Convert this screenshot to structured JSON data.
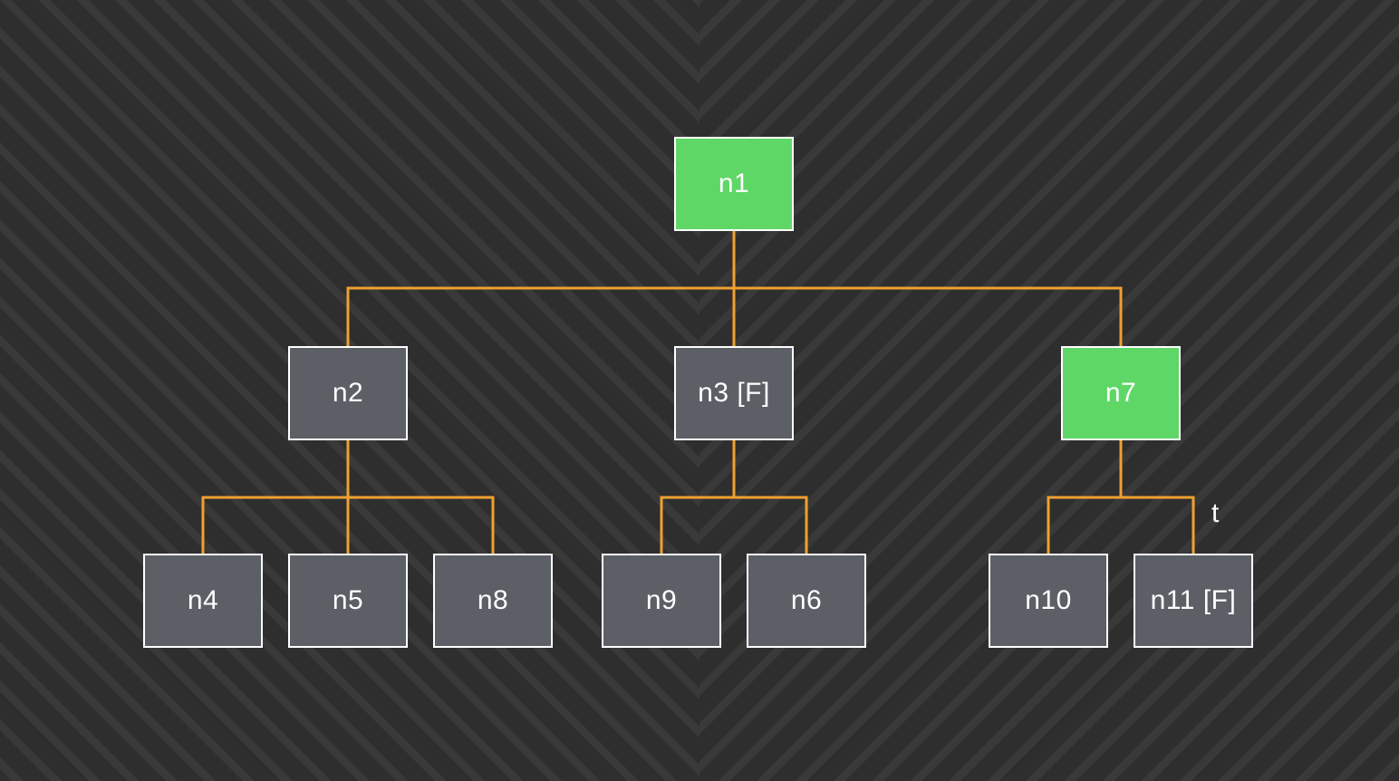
{
  "colors": {
    "background": "#2e2e2e",
    "node_fill": "#5c5f66",
    "node_highlight": "#5fd767",
    "node_border": "#ffffff",
    "edge": "#f0a030",
    "text": "#ffffff"
  },
  "tree": {
    "nodes": [
      {
        "id": "n1",
        "label": "n1",
        "highlight": true
      },
      {
        "id": "n2",
        "label": "n2",
        "highlight": false
      },
      {
        "id": "n3",
        "label": "n3 [F]",
        "highlight": false
      },
      {
        "id": "n7",
        "label": "n7",
        "highlight": true
      },
      {
        "id": "n4",
        "label": "n4",
        "highlight": false
      },
      {
        "id": "n5",
        "label": "n5",
        "highlight": false
      },
      {
        "id": "n8",
        "label": "n8",
        "highlight": false
      },
      {
        "id": "n9",
        "label": "n9",
        "highlight": false
      },
      {
        "id": "n6",
        "label": "n6",
        "highlight": false
      },
      {
        "id": "n10",
        "label": "n10",
        "highlight": false
      },
      {
        "id": "n11",
        "label": "n11 [F]",
        "highlight": false
      }
    ],
    "edges": [
      {
        "from": "n1",
        "to": "n2"
      },
      {
        "from": "n1",
        "to": "n3"
      },
      {
        "from": "n1",
        "to": "n7"
      },
      {
        "from": "n2",
        "to": "n4"
      },
      {
        "from": "n2",
        "to": "n5"
      },
      {
        "from": "n2",
        "to": "n8"
      },
      {
        "from": "n3",
        "to": "n9"
      },
      {
        "from": "n3",
        "to": "n6"
      },
      {
        "from": "n7",
        "to": "n10"
      },
      {
        "from": "n7",
        "to": "n11",
        "label": "t"
      }
    ]
  }
}
